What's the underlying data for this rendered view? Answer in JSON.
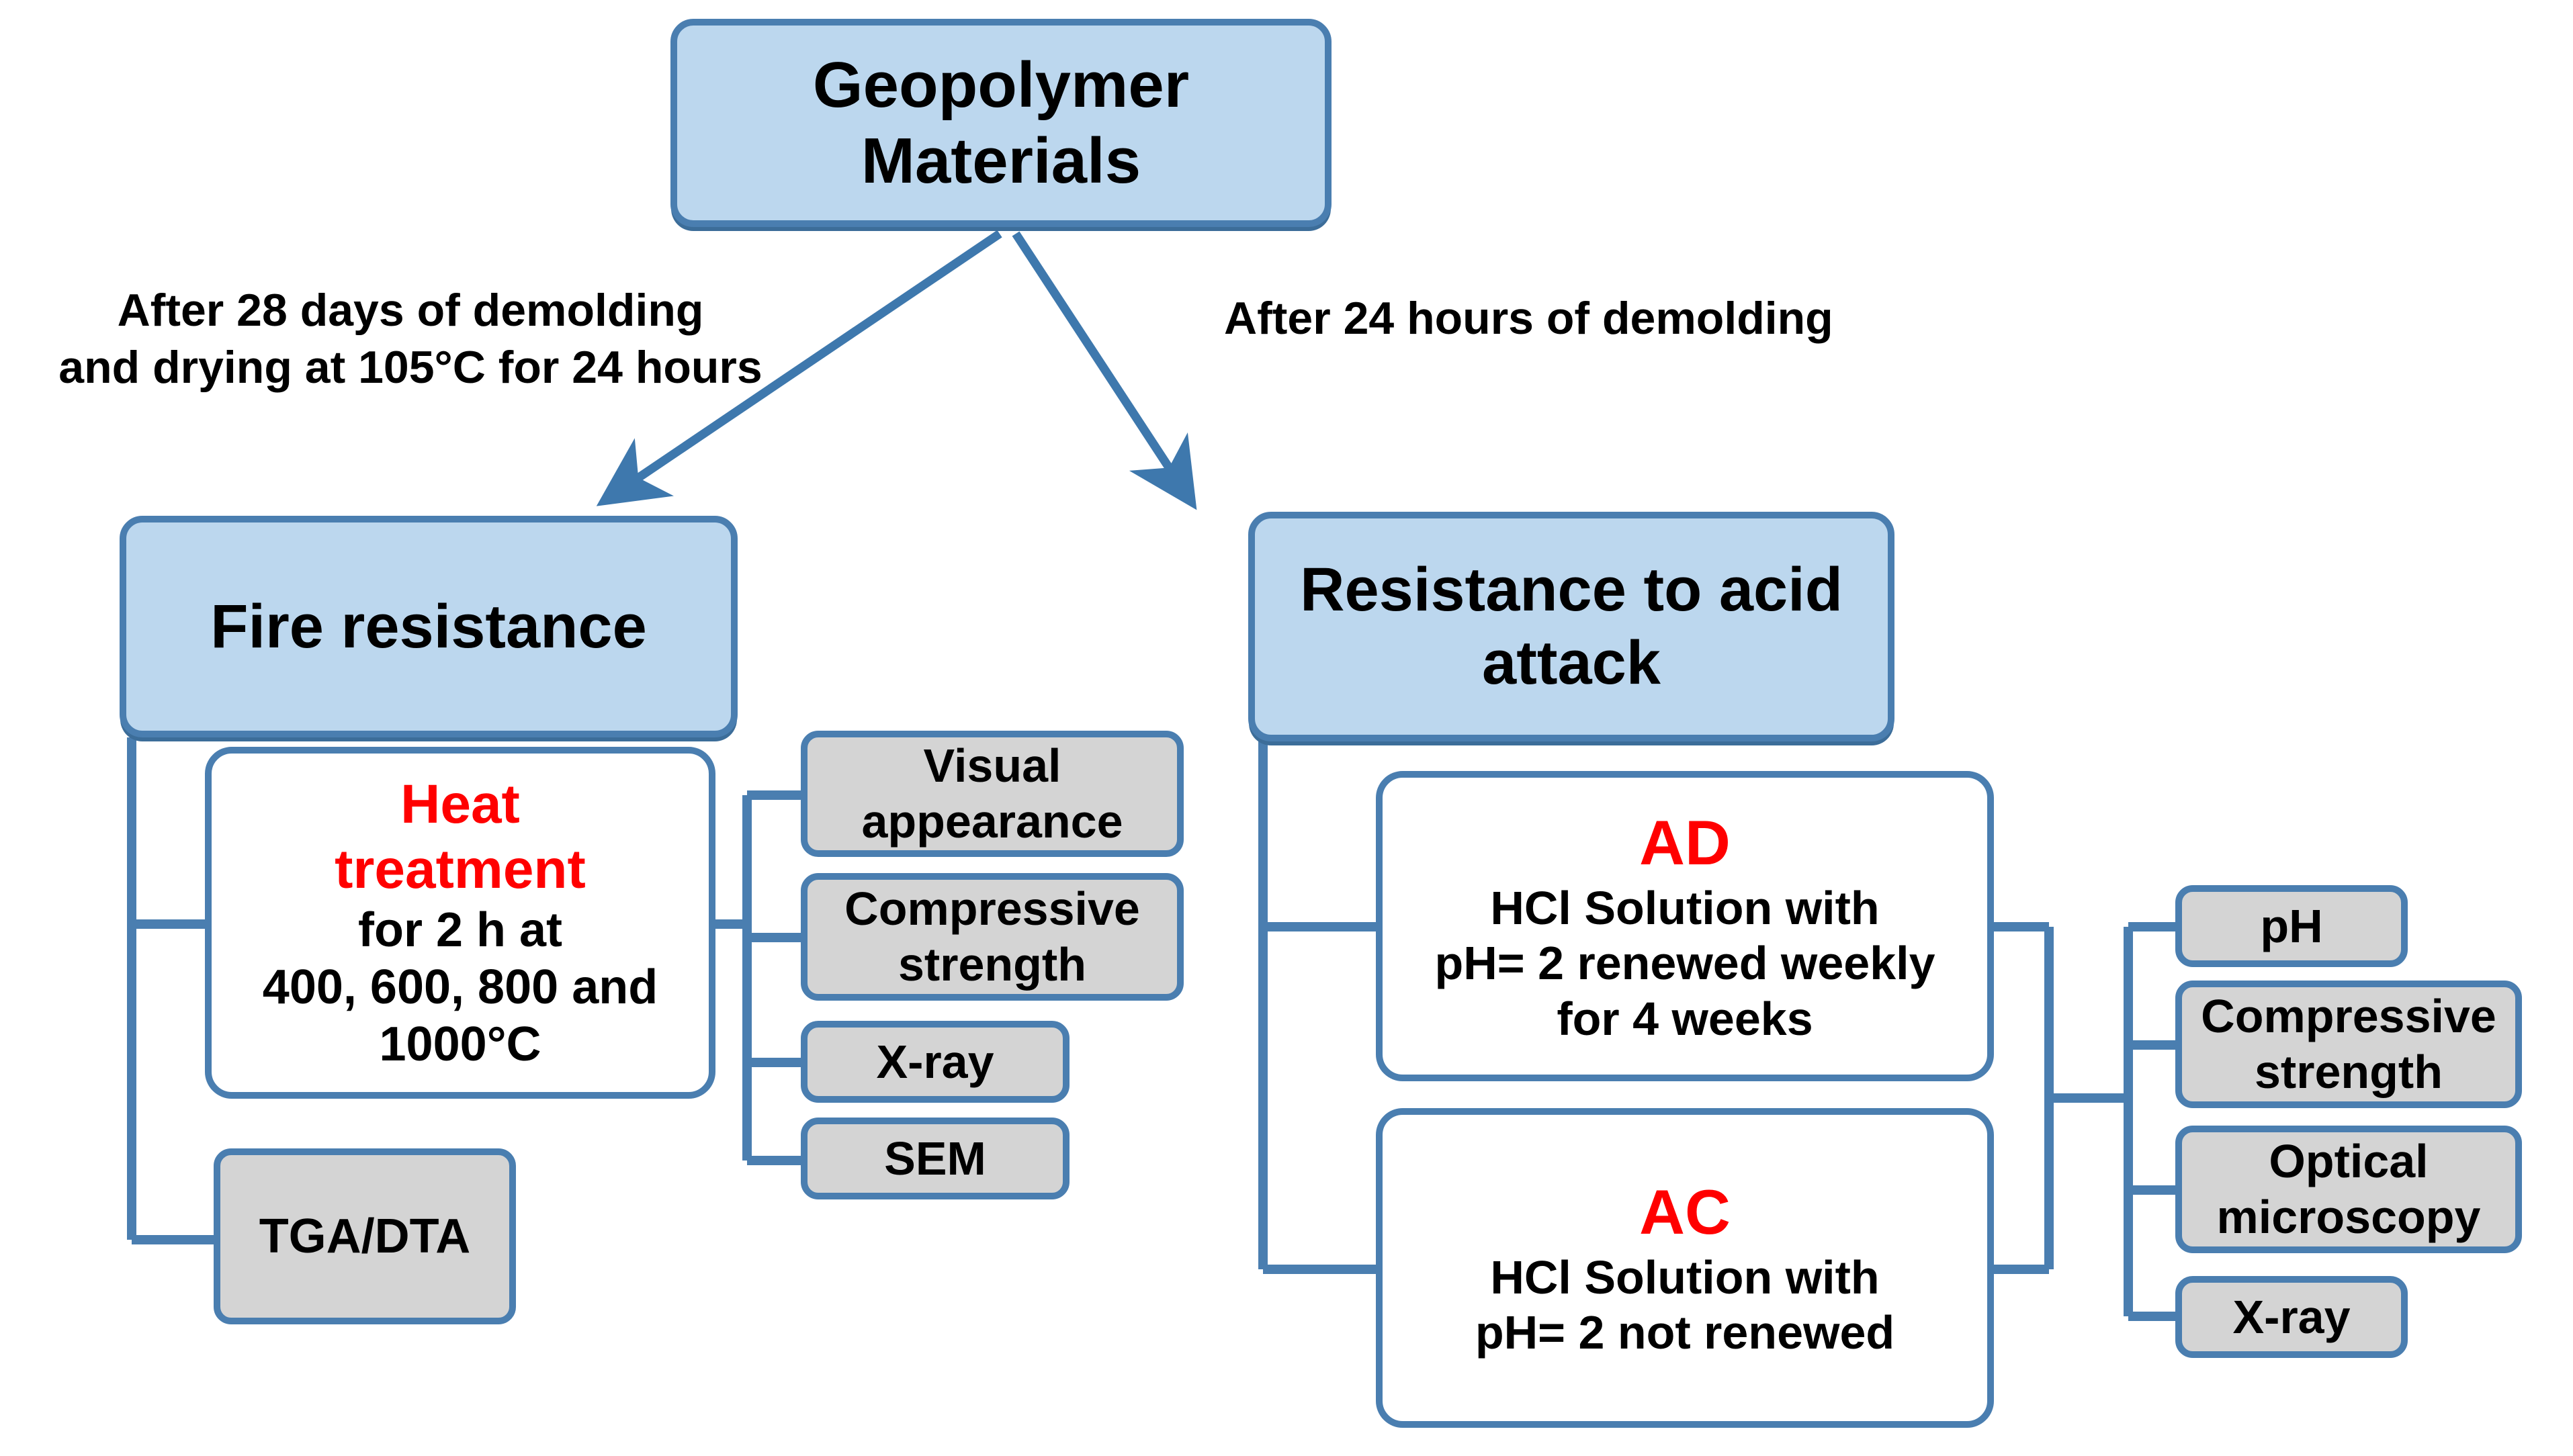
{
  "diagram": {
    "title": "Geopolymer Materials experimental program flowchart",
    "colors": {
      "box_blue_fill": "#BCD7EE",
      "box_grey_fill": "#D4D4D4",
      "box_white_fill": "#FFFFFF",
      "border_blue": "#4A7EB0",
      "connector_blue": "#4A7EB0",
      "highlight_red": "#FF0000",
      "text_black": "#000000",
      "background": "#FFFFFF"
    },
    "root": {
      "label": "Geopolymer\nMaterials"
    },
    "annotations": {
      "left": "After 28 days of demolding\nand drying at 105°C for 24 hours",
      "right": "After 24 hours of demolding"
    },
    "branches": [
      {
        "id": "fire",
        "label": "Fire resistance",
        "children": [
          {
            "id": "heat-treatment",
            "title": "Heat\ntreatment",
            "title_color": "#FF0000",
            "body": "for 2 h at\n400, 600, 800 and\n1000°C",
            "tests": [
              "Visual appearance",
              "Compressive strength",
              "X-ray",
              "SEM"
            ]
          },
          {
            "id": "tga-dta",
            "label": "TGA/DTA"
          }
        ]
      },
      {
        "id": "acid",
        "label": "Resistance to acid attack",
        "children": [
          {
            "id": "ad",
            "title": "AD",
            "title_color": "#FF0000",
            "body": "HCl Solution with\npH= 2 renewed  weekly\nfor 4 weeks"
          },
          {
            "id": "ac",
            "title": "AC",
            "title_color": "#FF0000",
            "body": "HCl Solution with\npH= 2 not renewed"
          }
        ],
        "tests": [
          "pH",
          "Compressive strength",
          "Optical microscopy",
          "X-ray"
        ]
      }
    ],
    "nodes": {
      "root_label": "Geopolymer\nMaterials",
      "fire_label": "Fire resistance",
      "acid_label": "Resistance to acid\nattack",
      "heat_title": "Heat\ntreatment",
      "heat_body": "for 2 h at\n400, 600, 800 and\n1000°C",
      "tga_label": "TGA/DTA",
      "visual_label": "Visual\nappearance",
      "comp_left_label": "Compressive\nstrength",
      "xray_left_label": "X-ray",
      "sem_label": "SEM",
      "ad_title": "AD",
      "ad_body": "HCl Solution with\npH= 2 renewed  weekly\nfor 4 weeks",
      "ac_title": "AC",
      "ac_body": "HCl Solution with\npH= 2 not renewed",
      "ph_label": "pH",
      "comp_right_label": "Compressive\nstrength",
      "optical_label": "Optical\nmicroscopy",
      "xray_right_label": "X-ray"
    }
  }
}
